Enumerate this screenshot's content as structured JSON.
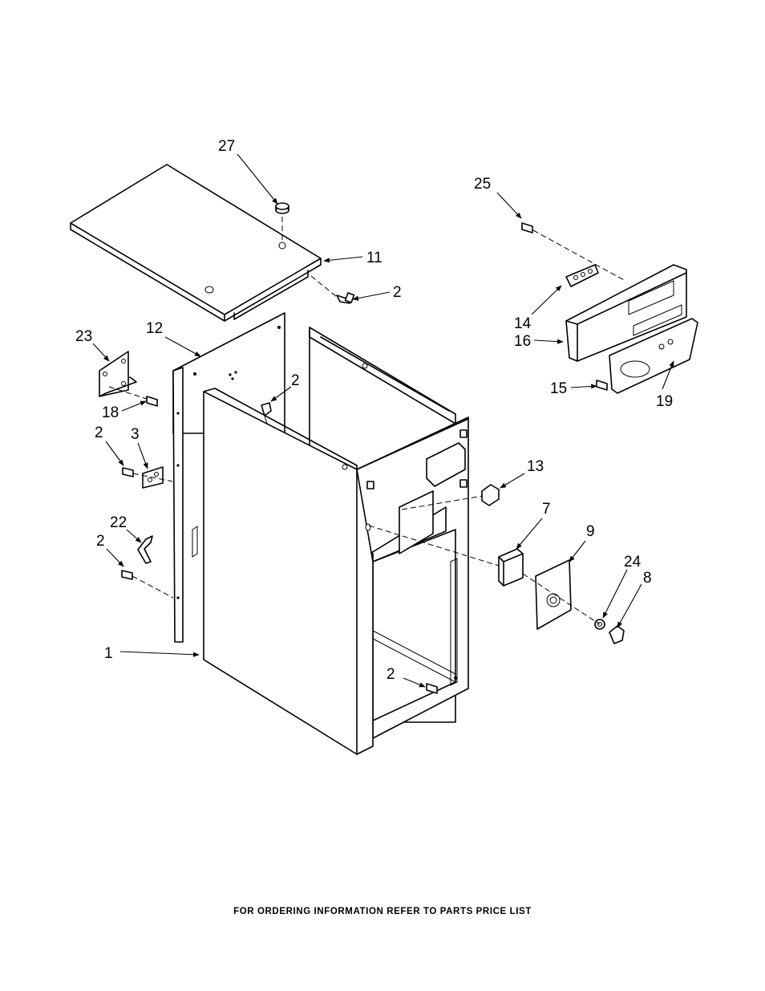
{
  "callouts": {
    "c27": "27",
    "c11": "11",
    "c2_top": "2",
    "c25": "25",
    "c14": "14",
    "c16": "16",
    "c15": "15",
    "c19": "19",
    "c23": "23",
    "c12": "12",
    "c2_mid": "2",
    "c18": "18",
    "c2_left": "2",
    "c3": "3",
    "c22": "22",
    "c2_lower": "2",
    "c1": "1",
    "c13": "13",
    "c7": "7",
    "c9": "9",
    "c24": "24",
    "c8": "8",
    "c2_bottom": "2"
  },
  "footer": "FOR ORDERING INFORMATION REFER TO PARTS PRICE LIST"
}
